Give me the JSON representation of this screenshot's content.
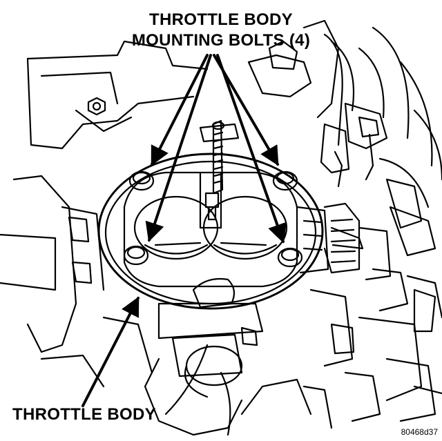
{
  "labels": {
    "bolts_line1": "THROTTLE BODY",
    "bolts_line2": "MOUNTING BOLTS (4)",
    "throttle_body": "THROTTLE BODY",
    "figure_id": "80468d37"
  },
  "colors": {
    "ink": "#000000",
    "paper": "#ffffff"
  },
  "icons": [
    "arrow-head-icon"
  ]
}
